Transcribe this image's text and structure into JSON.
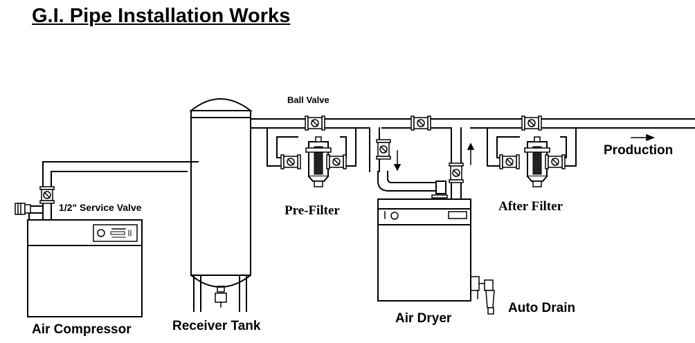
{
  "title": "G.I. Pipe Installation Works",
  "labels": {
    "air_compressor": "Air Compressor",
    "receiver_tank": "Receiver Tank",
    "air_dryer": "Air Dryer",
    "auto_drain": "Auto Drain",
    "pre_filter": "Pre-Filter",
    "after_filter": "After Filter",
    "production": "Production",
    "service_valve": "1/2\" Service Valve",
    "ball_valve": "Ball Valve"
  }
}
